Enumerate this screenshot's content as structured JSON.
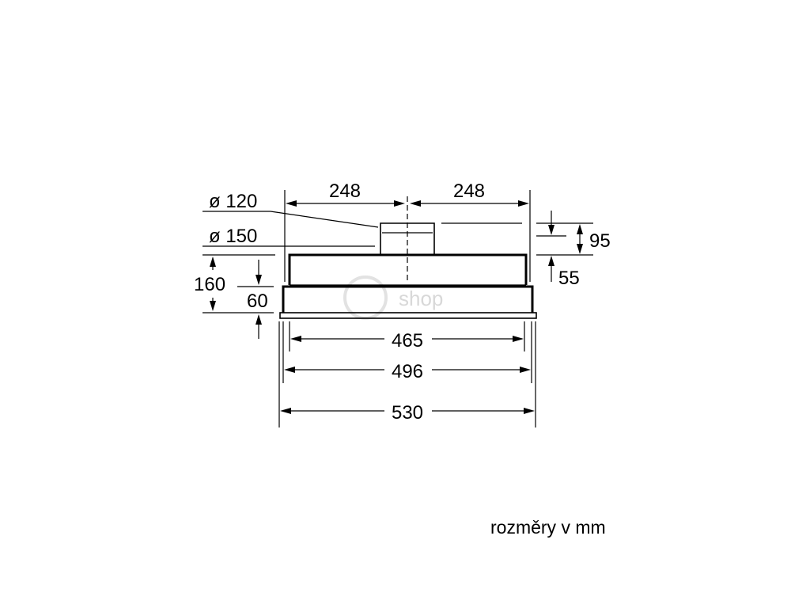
{
  "diagram": {
    "dimensions": {
      "left_half_width": "248",
      "right_half_width": "248",
      "diameter_inner": "ø 120",
      "diameter_outer": "ø 150",
      "total_height": "160",
      "lower_height": "60",
      "top_offset": "95",
      "collar_height": "55",
      "inner_width": "465",
      "mid_width": "496",
      "outer_width": "530"
    },
    "watermark": {
      "text": "shop"
    },
    "caption": "rozměry v mm"
  }
}
